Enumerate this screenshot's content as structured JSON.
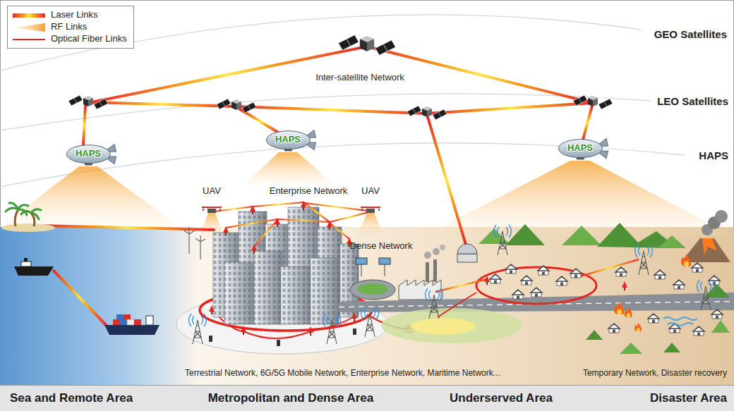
{
  "diagram": {
    "nodes": [
      {
        "text": [
          "HAPS"
        ]
      },
      {
        "text": [
          "HAPS"
        ]
      },
      {
        "text": [
          "HAPS"
        ]
      },
      {
        "text": [
          "Sea and Remote Area",
          "Metropolitan and Dense Area",
          "Underserved Area",
          "Disaster Area"
        ]
      }
    ],
    "labels": [
      "GEO Satellites",
      "Inter-satellite Network",
      "LEO Satellites",
      "HAPS",
      "UAV",
      "Enterprise Network",
      "UAV",
      "Dense Network",
      "Terrestrial Network, 6G/5G Mobile Network, Enterprise Network, Maritime Network...",
      "Temporary Network, Disaster recovery"
    ],
    "legend": [
      {
        "text": "Laser Links"
      },
      {
        "text": "RF Links"
      },
      {
        "text": "Optical Fiber Links"
      }
    ]
  }
}
